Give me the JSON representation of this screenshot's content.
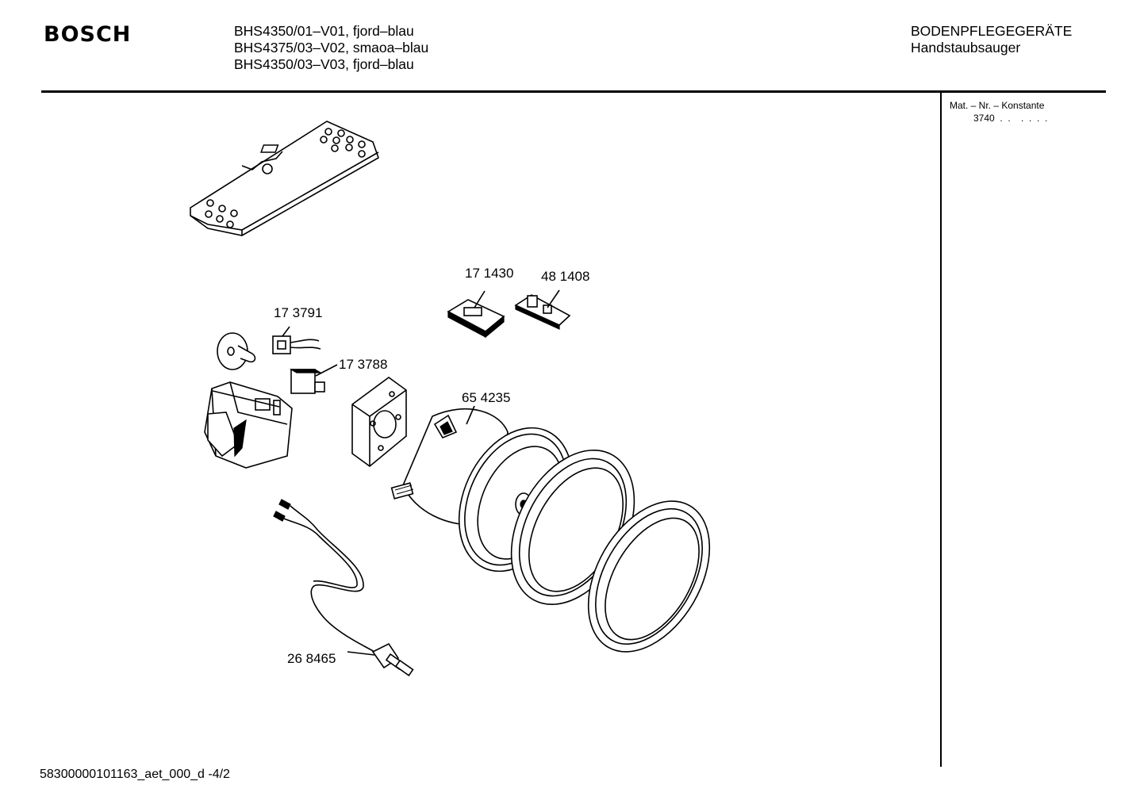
{
  "header": {
    "brand": "BOSCH",
    "models": [
      "BHS4350/01–V01, fjord–blau",
      "BHS4375/03–V02, smaoa–blau",
      "BHS4350/03–V03, fjord–blau"
    ],
    "category": [
      "BODENPFLEGEGERÄTE",
      "Handstaubsauger"
    ]
  },
  "sidebar": {
    "header": "Mat. – Nr. – Konstante",
    "value": "3740  .  .    .  .  .  ."
  },
  "parts": [
    {
      "label": "17 1430"
    },
    {
      "label": "48 1408"
    },
    {
      "label": "17 3791"
    },
    {
      "label": "17 3788"
    },
    {
      "label": "65 4235"
    },
    {
      "label": "26 8465"
    }
  ],
  "footer": "58300000101163_aet_000_d  -4/2"
}
